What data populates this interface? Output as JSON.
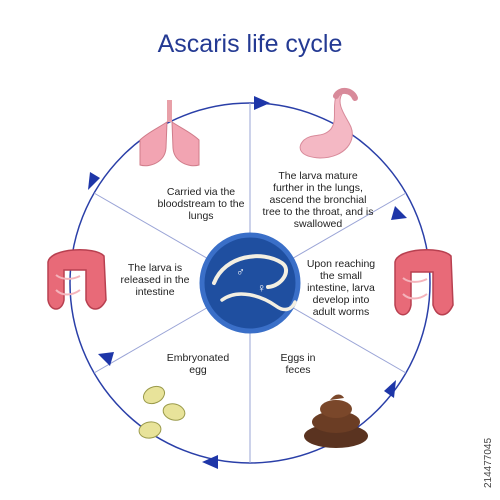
{
  "title": "Ascaris life cycle",
  "stages": [
    {
      "id": "lungs",
      "text": "Carried via the bloodstream to the lungs",
      "icon": "lungs-icon"
    },
    {
      "id": "stomach",
      "text": "The larva mature further in the lungs, ascend the bronchial tree to the throat, and is swallowed",
      "icon": "stomach-icon"
    },
    {
      "id": "adult",
      "text": "Upon reaching the small intestine, larva develop into adult worms",
      "icon": "intestine-icon"
    },
    {
      "id": "eggs-feces",
      "text": "Eggs in feces",
      "icon": "feces-icon"
    },
    {
      "id": "embryonated",
      "text": "Embryonated egg",
      "icon": "eggs-icon"
    },
    {
      "id": "released",
      "text": "The larva is released in the intestine",
      "icon": "intestine-icon"
    }
  ],
  "center": {
    "male_symbol": "♂",
    "female_symbol": "♀",
    "icon": "worms-icon"
  },
  "watermark": "214477045",
  "colors": {
    "title": "#243a93",
    "ring": "#1e36a8",
    "arrow": "#1e36a8",
    "center_fill": "#1e4fa0"
  }
}
